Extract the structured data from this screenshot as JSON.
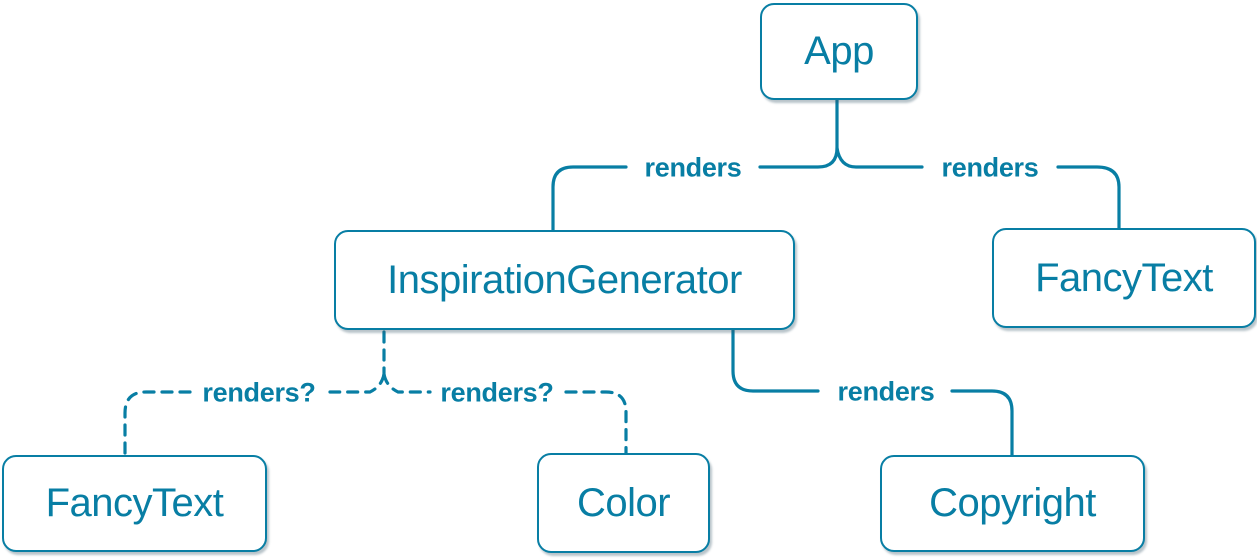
{
  "diagram": {
    "description": "React component render tree",
    "colors": {
      "accent": "#087ea4",
      "node_background": "#ffffff"
    },
    "nodes": {
      "app": {
        "label": "App"
      },
      "inspiration_generator": {
        "label": "InspirationGenerator"
      },
      "fancy_text_top": {
        "label": "FancyText"
      },
      "fancy_text_bottom": {
        "label": "FancyText"
      },
      "color": {
        "label": "Color"
      },
      "copyright": {
        "label": "Copyright"
      }
    },
    "edges": {
      "app_to_inspiration_generator": {
        "label": "renders",
        "style": "solid"
      },
      "app_to_fancy_text": {
        "label": "renders",
        "style": "solid"
      },
      "inspiration_generator_to_fancy_text": {
        "label": "renders?",
        "style": "dashed"
      },
      "inspiration_generator_to_color": {
        "label": "renders?",
        "style": "dashed"
      },
      "inspiration_generator_to_copyright": {
        "label": "renders",
        "style": "solid"
      }
    }
  }
}
